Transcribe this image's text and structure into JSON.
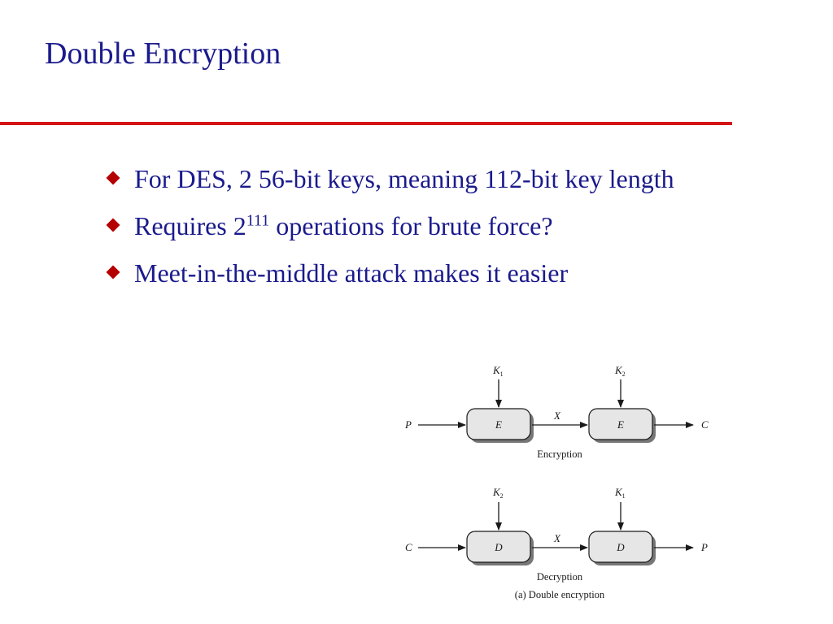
{
  "title": "Double Encryption",
  "bullets": [
    {
      "text": "For DES, 2  56-bit keys, meaning 112-bit key length"
    },
    {
      "text": "Requires 2",
      "sup": "111",
      "after": " operations for brute force?"
    },
    {
      "text": "Meet-in-the-middle attack makes it easier"
    }
  ],
  "colors": {
    "title": "#1a1a8c",
    "rule": "#d41414",
    "bullet_marker": "#b40000",
    "box_fill": "#e6e6e6"
  },
  "diagram": {
    "encryption": {
      "input": "P",
      "output": "C",
      "intermediate": "X",
      "box1": {
        "label": "E",
        "key": "K",
        "key_sub": "1"
      },
      "box2": {
        "label": "E",
        "key": "K",
        "key_sub": "2"
      },
      "caption": "Encryption"
    },
    "decryption": {
      "input": "C",
      "output": "P",
      "intermediate": "X",
      "box1": {
        "label": "D",
        "key": "K",
        "key_sub": "2"
      },
      "box2": {
        "label": "D",
        "key": "K",
        "key_sub": "1"
      },
      "caption": "Decryption"
    },
    "figure_caption": "(a) Double encryption"
  }
}
